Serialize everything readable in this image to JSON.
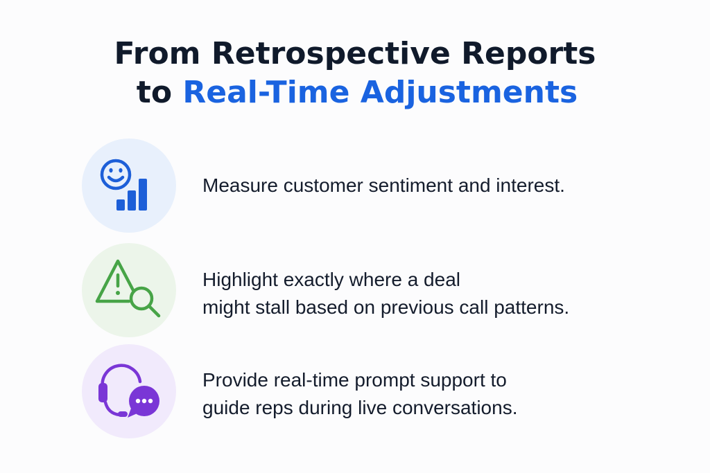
{
  "title": {
    "line1": "From Retrospective Reports",
    "line2_prefix": "to ",
    "line2_accent": "Real-Time Adjustments"
  },
  "colors": {
    "heading": "#101a2b",
    "accent": "#1a63e0",
    "blue_icon": "#1d5fd8",
    "blue_circle": "#e8f0fc",
    "green_icon": "#47a447",
    "green_circle": "#ecf5ea",
    "purple_icon": "#7a36d6",
    "purple_circle": "#f1eafc"
  },
  "items": [
    {
      "icon": "smiley-chart-icon",
      "lines": [
        "Measure customer sentiment and interest."
      ]
    },
    {
      "icon": "warning-magnifier-icon",
      "lines": [
        "Highlight exactly where a deal",
        "might stall based on previous call patterns."
      ]
    },
    {
      "icon": "headset-chat-icon",
      "lines": [
        "Provide real-time prompt support to",
        "guide reps during live conversations."
      ]
    }
  ]
}
